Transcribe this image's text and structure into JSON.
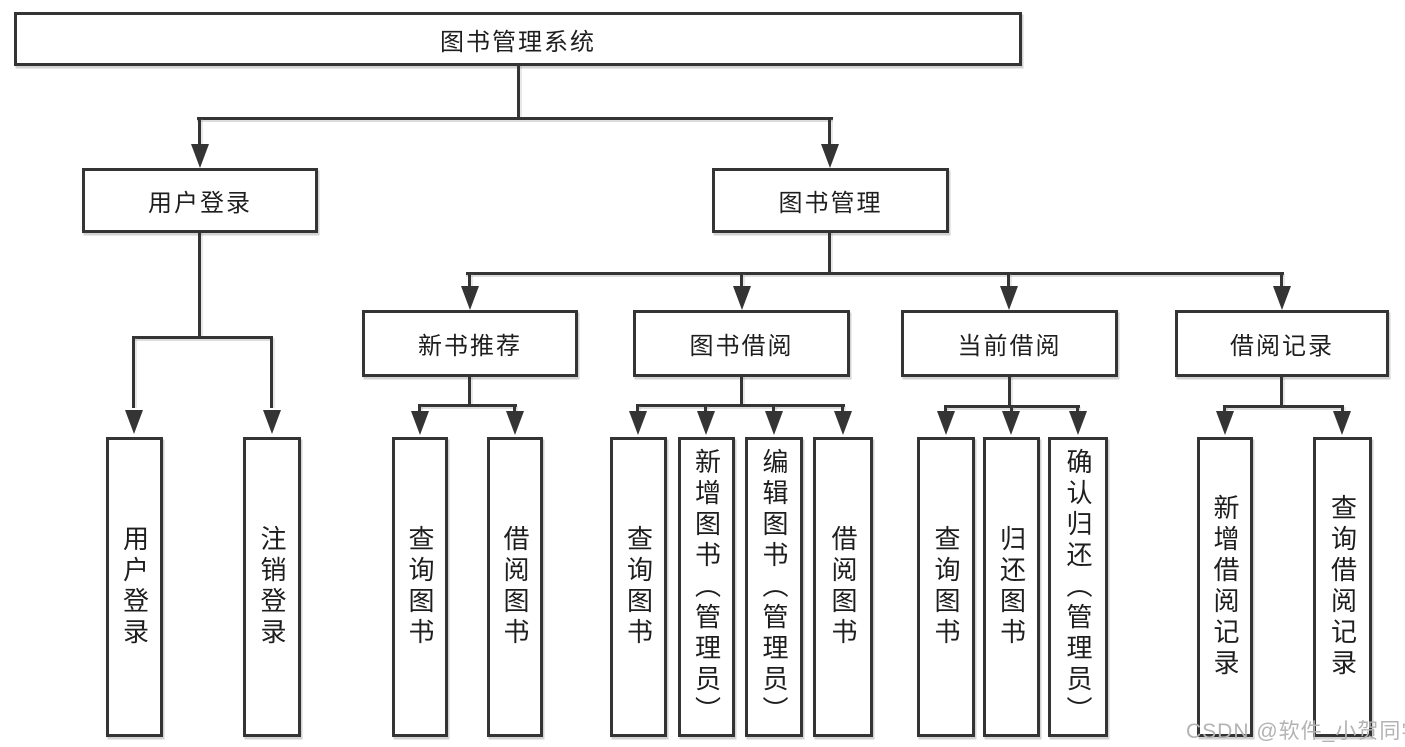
{
  "tree": {
    "root": {
      "label": "图书管理系统"
    },
    "level2": [
      {
        "label": "用户登录",
        "children": [
          {
            "label": "用户登录"
          },
          {
            "label": "注销登录"
          }
        ]
      },
      {
        "label": "图书管理",
        "children": [
          {
            "label": "新书推荐",
            "children": [
              {
                "label": "查询图书"
              },
              {
                "label": "借阅图书"
              }
            ]
          },
          {
            "label": "图书借阅",
            "children": [
              {
                "label": "查询图书"
              },
              {
                "label": "新增图书（管理员）"
              },
              {
                "label": "编辑图书（管理员）"
              },
              {
                "label": "借阅图书"
              }
            ]
          },
          {
            "label": "当前借阅",
            "children": [
              {
                "label": "查询图书"
              },
              {
                "label": "归还图书"
              },
              {
                "label": "确认归还（管理员）"
              }
            ]
          },
          {
            "label": "借阅记录",
            "children": [
              {
                "label": "新增借阅记录"
              },
              {
                "label": "查询借阅记录"
              }
            ]
          }
        ]
      }
    ]
  },
  "watermark": {
    "text": "CSDN @软件_小贺同学"
  },
  "colors": {
    "line": "#343434",
    "background": "#ffffff",
    "watermark": "#b3b3b3"
  }
}
